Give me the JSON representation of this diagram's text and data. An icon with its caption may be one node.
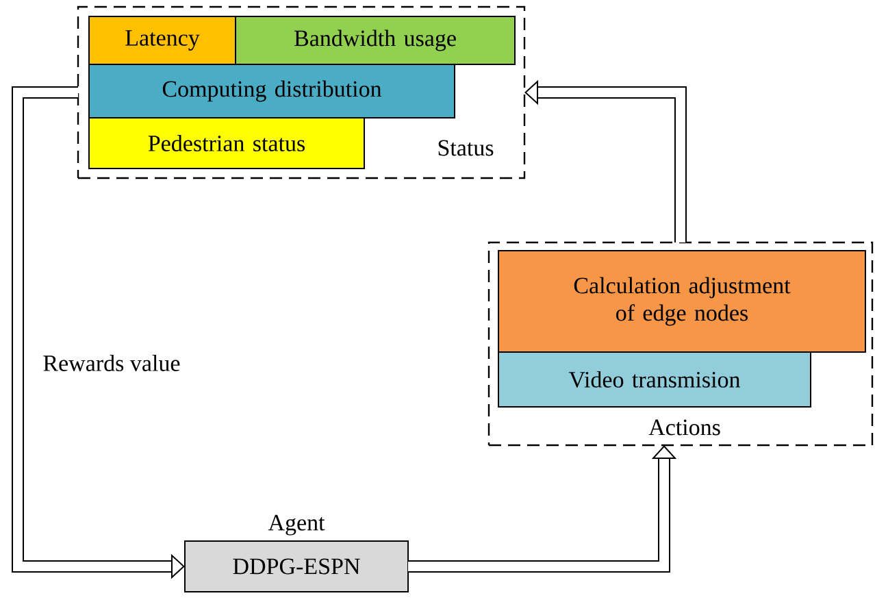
{
  "diagram": {
    "nodes": [
      {
        "text": [
          "Status"
        ]
      },
      {
        "text": [
          "Latency"
        ],
        "in": 0
      },
      {
        "text": [
          "Bandwidth usage"
        ],
        "in": 0
      },
      {
        "text": [
          "Computing distribution"
        ],
        "in": 0
      },
      {
        "text": [
          "Pedestrian status"
        ],
        "in": 0
      },
      {
        "text": [
          "Actions"
        ]
      },
      {
        "text": [
          "Calculation adjustment of edge nodes"
        ],
        "in": 5
      },
      {
        "text": [
          "Video transmision"
        ],
        "in": 5
      },
      {
        "text": [
          "DDPG-ESPN"
        ],
        "beside": [
          "Agent"
        ]
      }
    ],
    "edges": [
      {
        "from": 0,
        "to": 8,
        "arrow": "to",
        "label": "Rewards value"
      },
      {
        "from": 8,
        "to": 5,
        "arrow": "to"
      },
      {
        "from": 5,
        "to": 0,
        "arrow": "to"
      }
    ]
  }
}
